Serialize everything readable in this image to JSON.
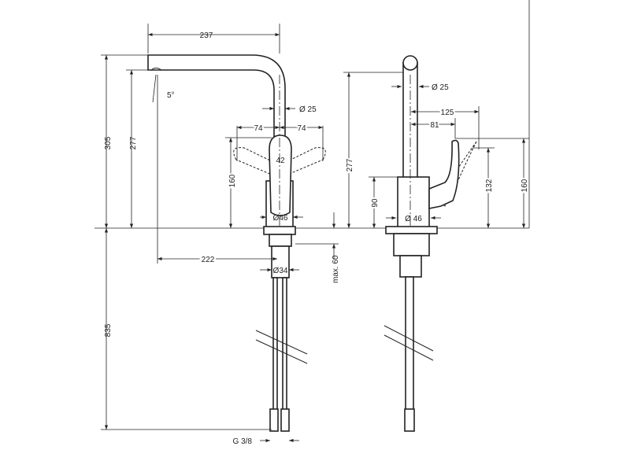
{
  "front_view": {
    "spout_width": "237",
    "total_height": "305",
    "outlet_height": "277",
    "spray_angle": "5°",
    "spout_diameter": "Ø 25",
    "handle_swing_left": "74",
    "handle_swing_right": "74",
    "handle_width": "42",
    "handle_height": "160",
    "body_diameter": "Ø46",
    "spout_reach": "222",
    "shank_diameter": "Ø34",
    "max_counter_thickness": "max. 60",
    "hose_length": "835",
    "connection_thread": "G 3/8"
  },
  "side_view": {
    "spout_diameter": "Ø 25",
    "handle_reach_open": "125",
    "handle_reach_closed": "81",
    "outlet_height": "277",
    "body_height": "90",
    "body_diameter": "Ø 46",
    "handle_height_open": "132",
    "handle_height_closed": "160"
  }
}
